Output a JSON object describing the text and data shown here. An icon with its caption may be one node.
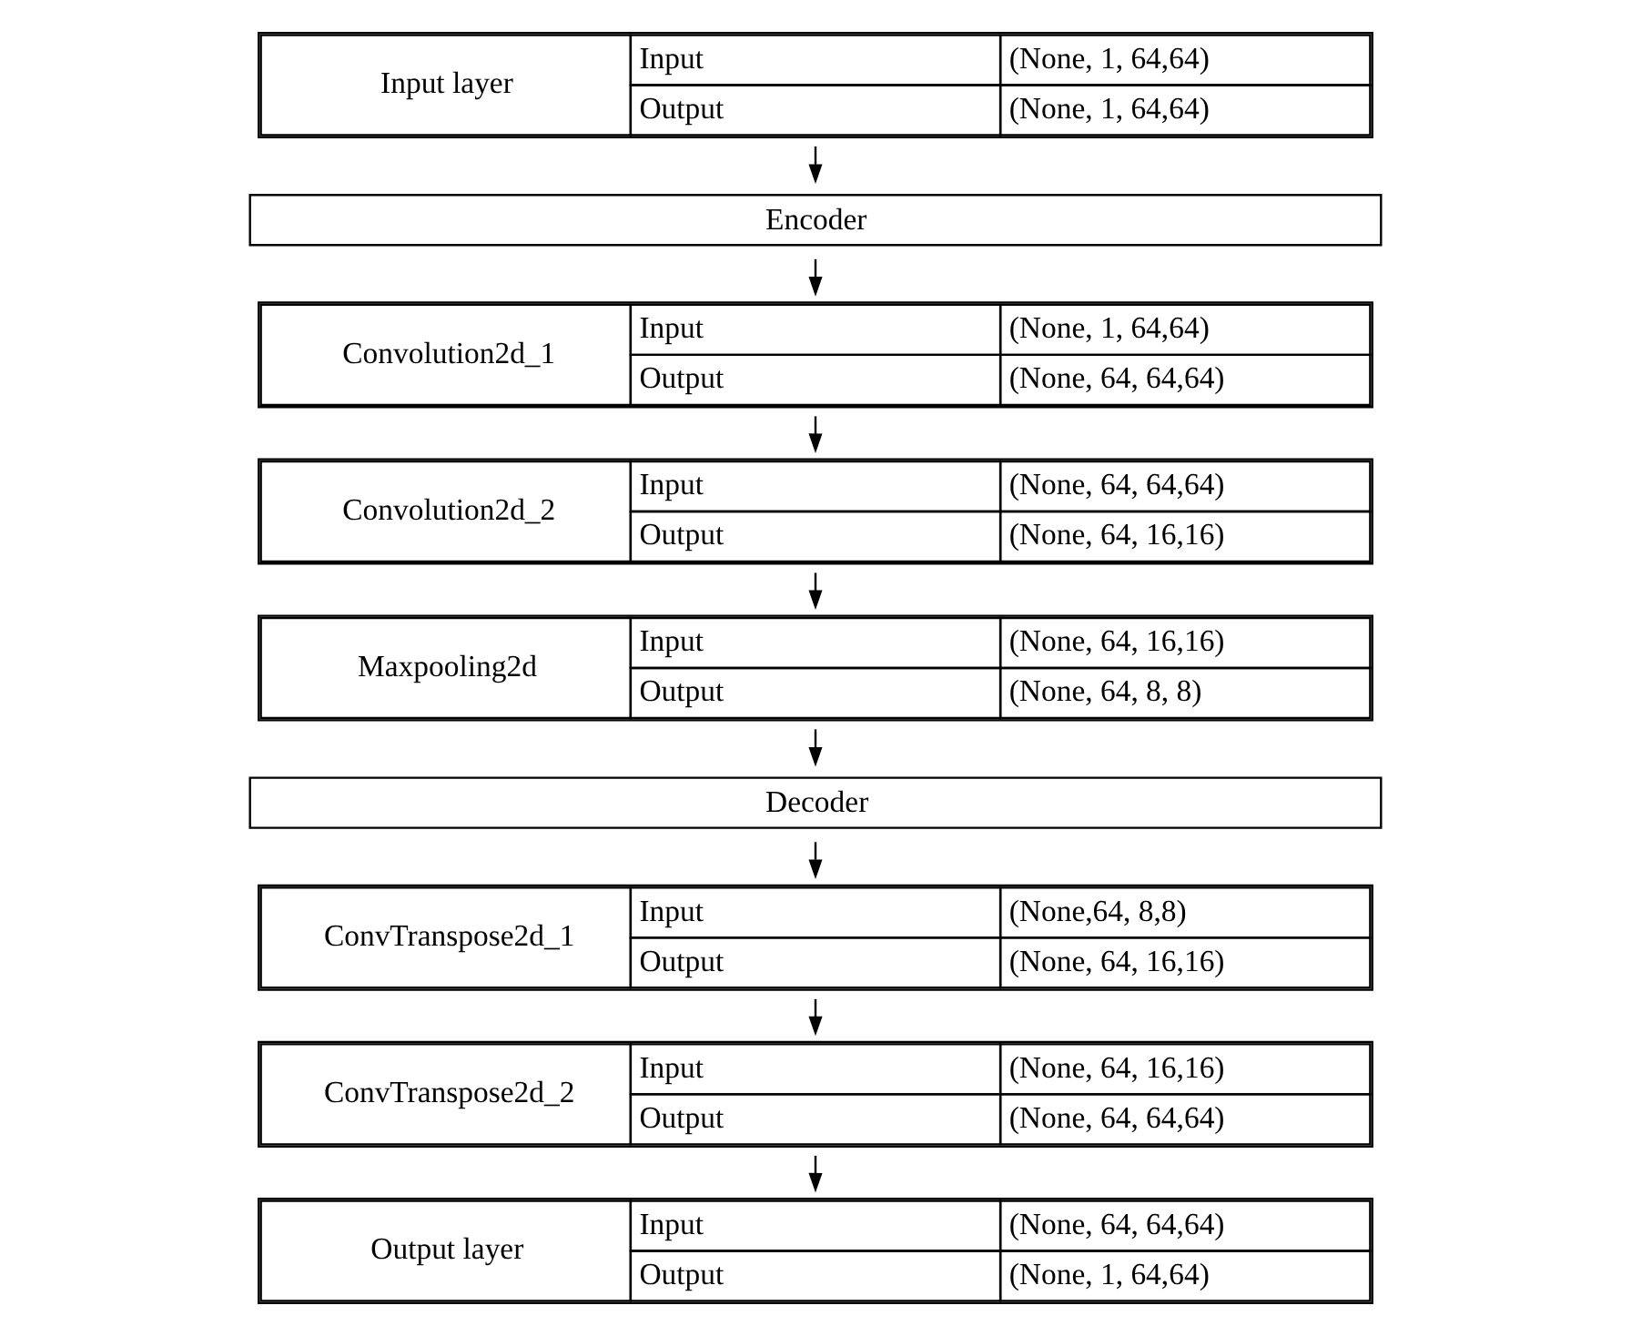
{
  "diagram": {
    "nodes": [
      {
        "text": [
          "Input layer",
          "Input",
          "(None, 1, 64,64)",
          "Output",
          "(None, 1, 64,64)"
        ]
      },
      {
        "text": [
          "Encoder"
        ]
      },
      {
        "text": [
          "Convolution2d_1",
          "Input",
          "(None, 1, 64,64)",
          "Output",
          "(None, 64, 64,64)"
        ]
      },
      {
        "text": [
          "Convolution2d_2",
          "Input",
          "(None, 64, 64,64)",
          "Output",
          "(None, 64, 16,16)"
        ]
      },
      {
        "text": [
          "Maxpooling2d",
          "Input",
          "(None, 64, 16,16)",
          "Output",
          "(None, 64, 8, 8)"
        ]
      },
      {
        "text": [
          "Decoder"
        ]
      },
      {
        "text": [
          "ConvTranspose2d_1",
          "Input",
          "(None,64, 8,8)",
          "Output",
          "(None, 64, 16,16)"
        ]
      },
      {
        "text": [
          "ConvTranspose2d_2",
          "Input",
          "(None, 64, 16,16)",
          "Output",
          "(None, 64, 64,64)"
        ]
      },
      {
        "text": [
          "Output layer",
          "Input",
          "(None, 64, 64,64)",
          "Output",
          "(None, 1, 64,64)"
        ]
      }
    ],
    "edges": [
      {
        "from": 0,
        "to": 1,
        "arrow": "to"
      },
      {
        "from": 1,
        "to": 2,
        "arrow": "to"
      },
      {
        "from": 2,
        "to": 3,
        "arrow": "to"
      },
      {
        "from": 3,
        "to": 4,
        "arrow": "to"
      },
      {
        "from": 4,
        "to": 5,
        "arrow": "to"
      },
      {
        "from": 5,
        "to": 6,
        "arrow": "to"
      },
      {
        "from": 6,
        "to": 7,
        "arrow": "to"
      },
      {
        "from": 7,
        "to": 8,
        "arrow": "to"
      }
    ]
  }
}
